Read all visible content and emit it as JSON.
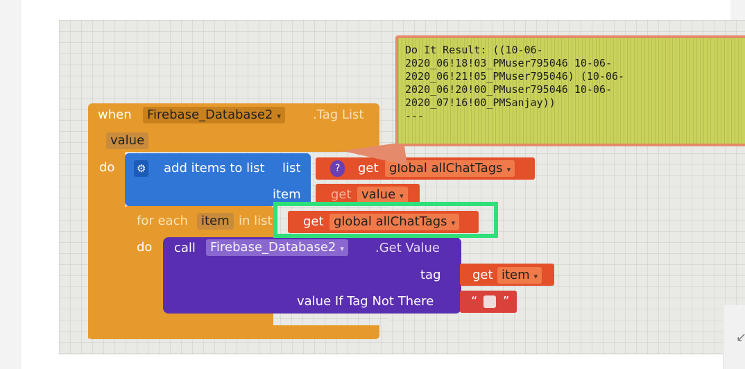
{
  "blocks": {
    "event": {
      "when": "when",
      "component": "Firebase_Database2",
      "event_name": ".Tag List",
      "param": "value",
      "do": "do"
    },
    "add_items": {
      "label": "add items to list",
      "list_label": "list",
      "item_label": "item",
      "help_badge": "?",
      "get1": "get",
      "var1": "global allChatTags",
      "get2": "get",
      "var2": "value"
    },
    "for_each": {
      "for_each": "for each",
      "item_var": "item",
      "in_list": "in list",
      "do": "do",
      "get": "get",
      "var": "global allChatTags"
    },
    "call": {
      "call": "call",
      "component": "Firebase_Database2",
      "method": ".Get Value",
      "tag_label": "tag",
      "get": "get",
      "tag_var": "item",
      "value_label": "value If Tag Not There",
      "quote_open": "“",
      "quote_close": "”"
    }
  },
  "comment": {
    "lines": [
      "Do It Result: ((10-06-",
      "2020_06!18!03_PMuser795046 10-06-",
      "2020_06!21!05_PMuser795046) (10-06-",
      "2020_06!20!00_PMuser795046 10-06-",
      "2020_07!16!00_PMSanjay))",
      "---"
    ]
  },
  "icons": {
    "gear": "gear-icon",
    "dropdown": "chevron-down-icon",
    "help": "help-icon",
    "corner": "resize-icon"
  },
  "colors": {
    "event_block": "#e69a2c",
    "list_block": "#2f76d7",
    "procedure_block": "#5a2eb0",
    "variable_block": "#e3502a",
    "comment_bg": "#c9d25a",
    "highlight": "#2fe07a"
  }
}
